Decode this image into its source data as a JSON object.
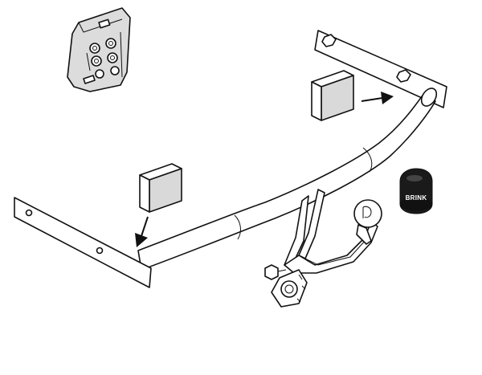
{
  "diagram": {
    "brand_label": "BRINK",
    "colors": {
      "line": "#111111",
      "fill": "#ffffff",
      "spacer_fill": "#d9d9d9",
      "cap_fill": "#1a1a1a",
      "bag_fill": "#dcdcdc"
    },
    "parts": [
      "hardware-bag",
      "right-mounting-plate",
      "left-mounting-plate",
      "crossbar-tube",
      "tow-neck",
      "tow-ball",
      "socket-plate",
      "right-spacer-block",
      "left-spacer-block",
      "tow-ball-cover-cap"
    ]
  }
}
